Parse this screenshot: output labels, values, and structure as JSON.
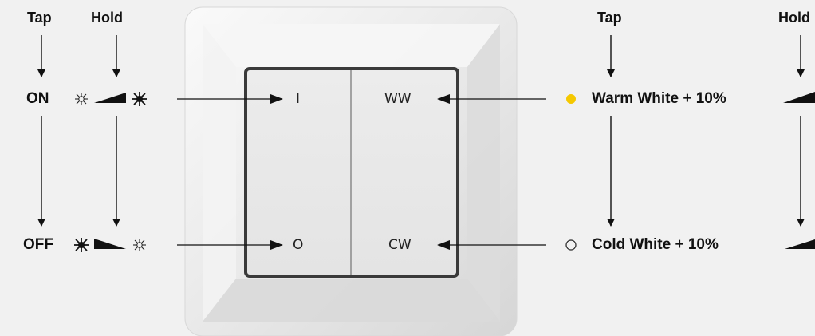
{
  "left": {
    "tap_label": "Tap",
    "hold_label": "Hold",
    "on_label": "ON",
    "off_label": "OFF"
  },
  "switch": {
    "top_left_label": "I",
    "bottom_left_label": "O",
    "top_right_label": "WW",
    "bottom_right_label": "CW"
  },
  "right": {
    "tap_label": "Tap",
    "hold_label": "Hold",
    "warm_label": "Warm White + 10%",
    "cold_label": "Cold White + 10%",
    "warm_dot_color": "#f5c800"
  }
}
